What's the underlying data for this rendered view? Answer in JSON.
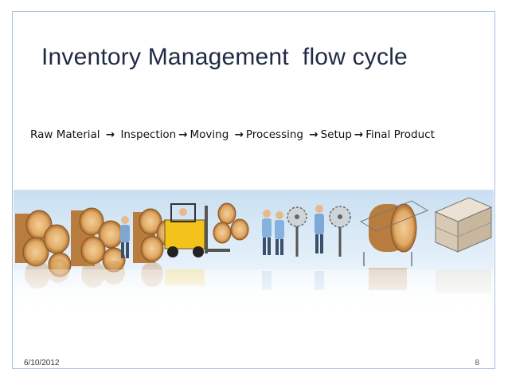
{
  "slide": {
    "title": "Inventory Management  flow cycle",
    "flow_steps": [
      "Raw Material",
      "Inspection",
      "Moving",
      "Processing",
      "Setup",
      "Final Product"
    ],
    "arrow_glyph": "→",
    "date": "6/10/2012",
    "page_number": "8"
  },
  "illustration": {
    "icons": [
      "log-pile-icon",
      "inspector-icon",
      "forklift-icon",
      "worker-icon",
      "saw-blade-icon",
      "log-processing-icon",
      "lumber-stack-icon"
    ],
    "colors": {
      "band_blue": "#cfe3f3",
      "wood": "#c48a4a",
      "wood_ring": "#e6b277",
      "forklift": "#f3c31b"
    }
  }
}
